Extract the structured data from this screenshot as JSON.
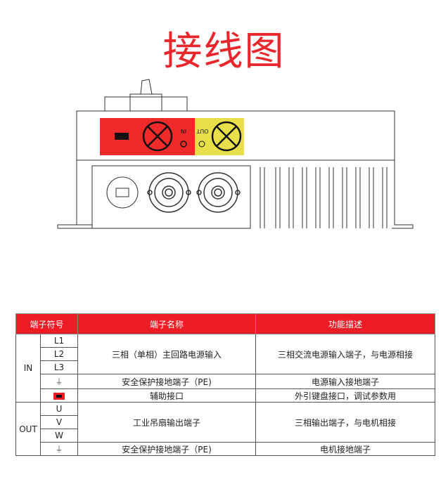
{
  "title": "接线图",
  "diagram": {
    "in_label": "IN",
    "out_label": "OUT",
    "in_color": "#ee2a2a",
    "out_color": "#e8e04a"
  },
  "table": {
    "headers": [
      "端子符号",
      "端子名称",
      "功能描述"
    ],
    "in_group": "IN",
    "out_group": "OUT",
    "rows": {
      "l1": "L1",
      "l2": "L2",
      "l3": "L3",
      "main_name": "三相（单相）主回路电源输入",
      "main_desc": "三相交流电源输入端子，与电源相接",
      "pe_in_symbol": "⏚",
      "pe_in_name": "安全保护接地端子（PE)",
      "pe_in_desc": "电源输入接地端子",
      "aux_name": "辅助接口",
      "aux_desc": "外引键盘接口，调试参数用",
      "u": "U",
      "v": "V",
      "w": "W",
      "out_name": "工业吊扇输出端子",
      "out_desc": "三相输出端子，与电机相接",
      "pe_out_symbol": "⏚",
      "pe_out_name": "安全保护接地端子（PE)",
      "pe_out_desc": "电机接地端子"
    }
  }
}
